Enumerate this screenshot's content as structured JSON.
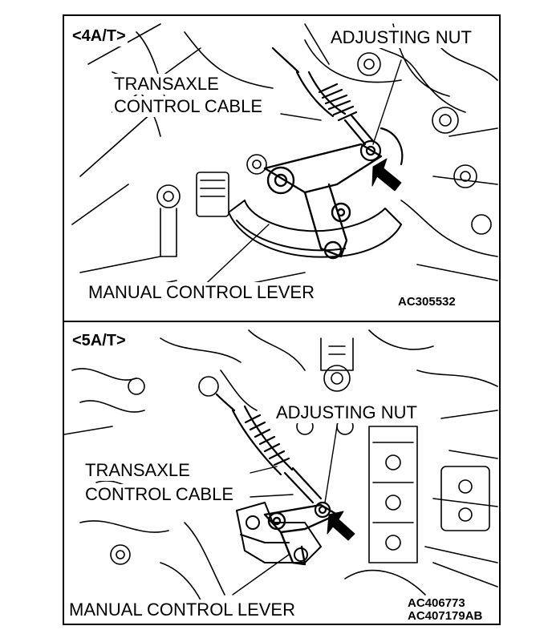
{
  "top_panel": {
    "variant": "<4A/T>",
    "label_adjusting_nut": "ADJUSTING NUT",
    "label_cable_line1": "TRANSAXLE",
    "label_cable_line2": "CONTROL CABLE",
    "label_lever": "MANUAL CONTROL LEVER",
    "figure_code": "AC305532"
  },
  "bottom_panel": {
    "variant": "<5A/T>",
    "label_adjusting_nut": "ADJUSTING NUT",
    "label_cable_line1": "TRANSAXLE",
    "label_cable_line2": "CONTROL CABLE",
    "label_lever": "MANUAL CONTROL LEVER",
    "figure_code_1": "AC406773",
    "figure_code_2": "AC407179AB"
  },
  "colors": {
    "line": "#000000",
    "background": "#ffffff"
  }
}
